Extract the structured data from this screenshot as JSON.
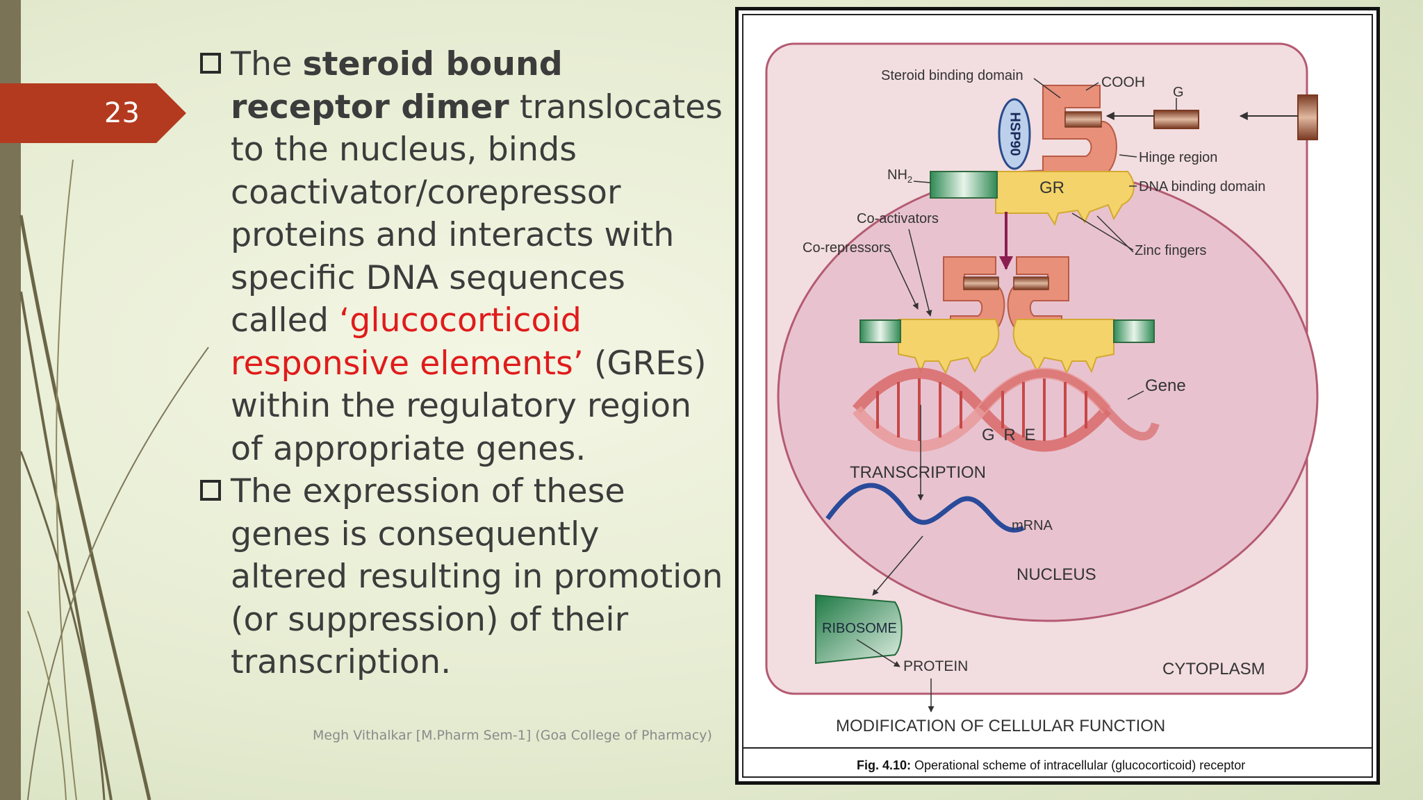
{
  "slide": {
    "number": "23",
    "footer": "Megh Vithalkar [M.Pharm Sem-1] (Goa College of Pharmacy)"
  },
  "bullets": [
    {
      "p1": "The ",
      "bold": "steroid bound receptor dimer",
      "p2": " translocates to the nucleus, binds coactivator/corepressor proteins and interacts with specific DNA sequences called ",
      "red": "‘glucocorticoid responsive elements’",
      "p3": " (GREs) within the regulatory region of appropriate genes."
    },
    {
      "text": "The expression of these genes is consequently altered resulting in promotion (or suppression) of their transcription."
    }
  ],
  "figure": {
    "steroid_binding_domain": "Steroid binding domain",
    "cooh": "COOH",
    "g": "G",
    "hsp90": "HSP90",
    "nh2": "NH",
    "nh2_sub": "2",
    "gr": "GR",
    "hinge_region": "Hinge region",
    "dna_binding_domain": "DNA binding domain",
    "co_activators": "Co-activators",
    "co_repressors": "Co-repressors",
    "zinc_fingers": "Zinc fingers",
    "gene": "Gene",
    "gre": "G R E",
    "transcription": "TRANSCRIPTION",
    "mrna": "mRNA",
    "nucleus": "NUCLEUS",
    "ribosome": "RIBOSOME",
    "protein": "PROTEIN",
    "cytoplasm": "CYTOPLASM",
    "modification": "MODIFICATION OF CELLULAR FUNCTION",
    "caption_bold": "Fig. 4.10:",
    "caption_rest": " Operational scheme of intracellular (glucocorticoid) receptor"
  },
  "colors": {
    "accent_tab": "#b33a1f",
    "red_text": "#e01b1b",
    "cell": "#f2dde0",
    "nucleus": "#e8c3cf",
    "receptor": "#e8907a",
    "dna_binding": "#f3d36a",
    "ribosome": "#2f8a55"
  }
}
